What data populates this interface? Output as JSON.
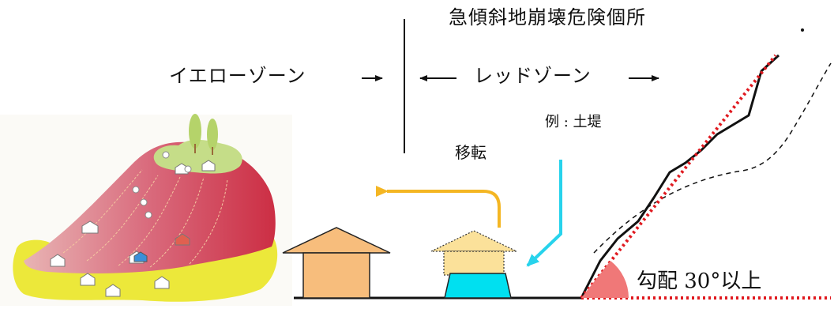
{
  "labels": {
    "title": "急傾斜地崩壊危険個所",
    "yellow_zone": "イエローゾーン",
    "red_zone": "レッドゾーン",
    "embankment_example": "例 : 土堤",
    "relocation": "移転",
    "slope_gradient": "勾配 30°以上"
  },
  "colors": {
    "red_dotted_line": "#e0191f",
    "relocation_arrow": "#f4b623",
    "embankment_arrow": "#27d3ec",
    "embankment_fill": "#00e0f0",
    "house_left": "#f7bd7c",
    "house_dotted": "#fbe19a",
    "angle_mark": "#f07878",
    "hill_slope": "#d9475a",
    "hill_top": "#c5dd88",
    "hill_base": "#ece83a"
  }
}
